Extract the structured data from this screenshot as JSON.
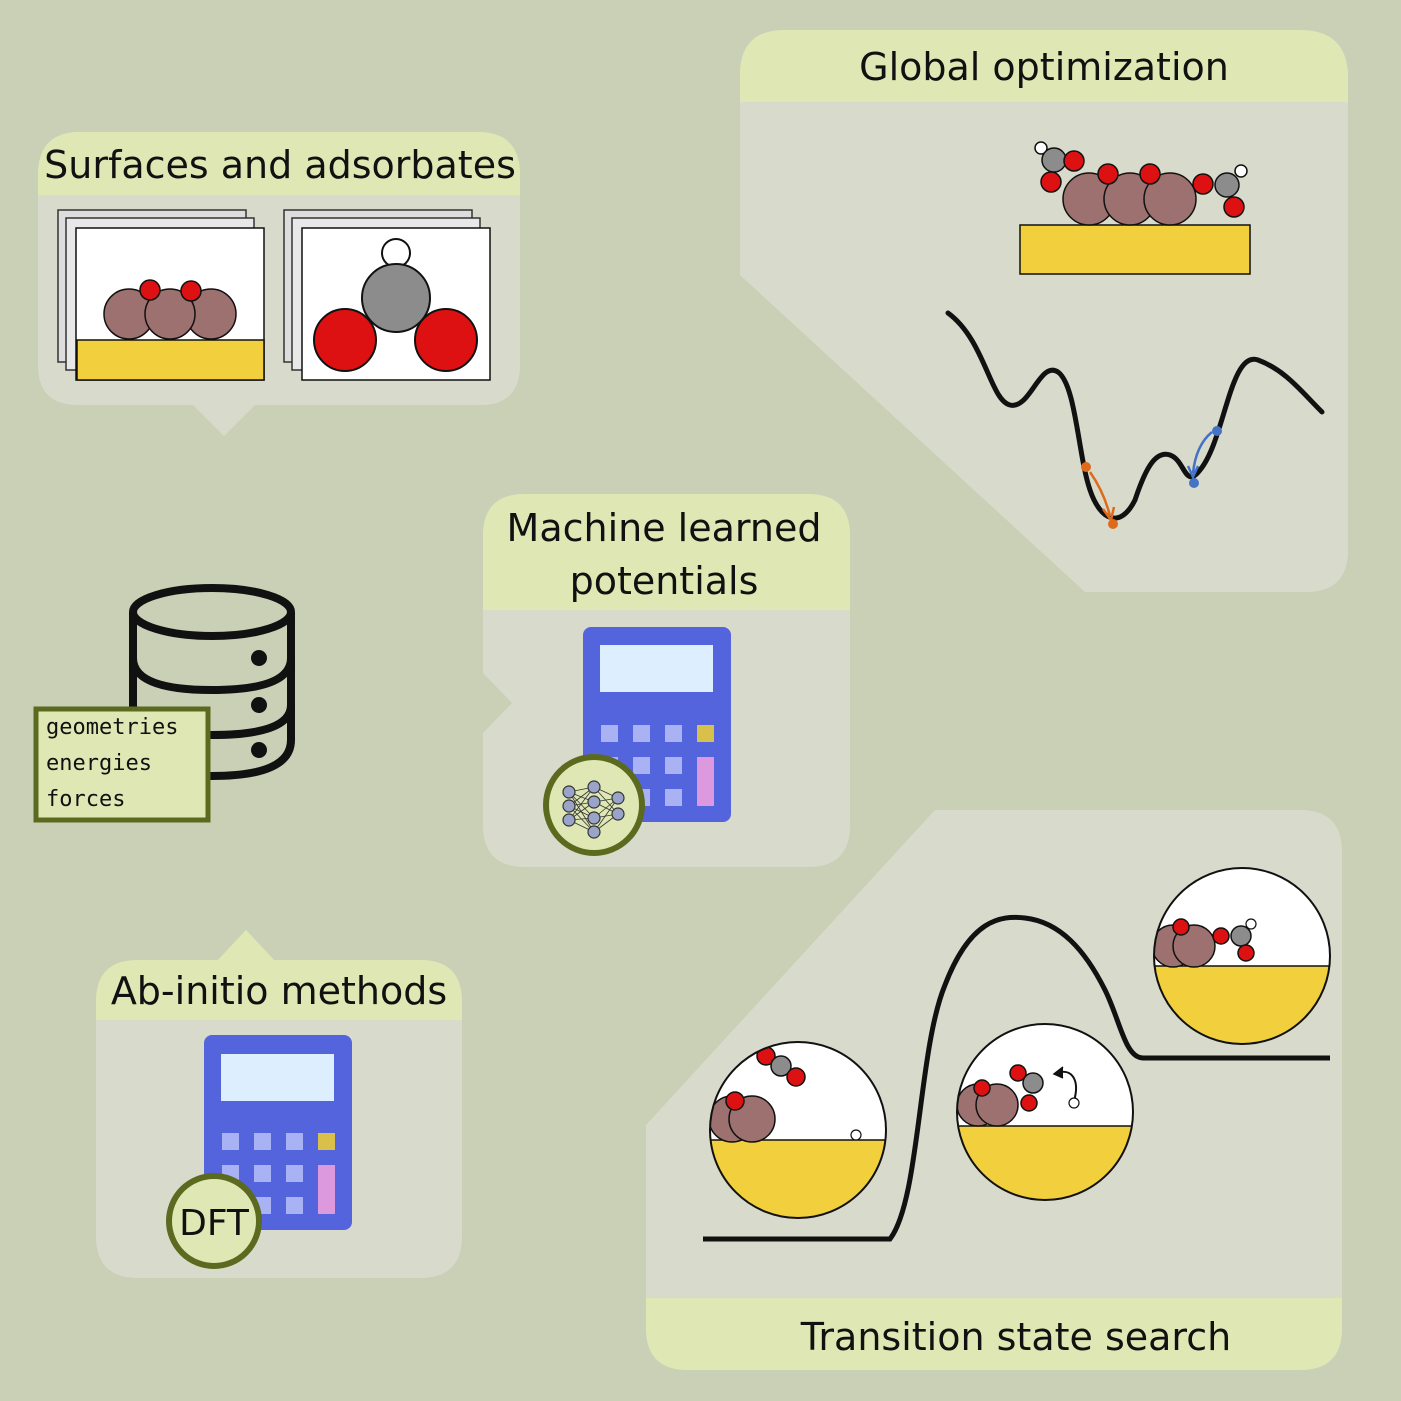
{
  "panels": {
    "surfaces": {
      "title": "Surfaces and adsorbates"
    },
    "global_optimization": {
      "title": "Global optimization"
    },
    "ml_potentials": {
      "title_line1": "Machine learned",
      "title_line2": "potentials"
    },
    "ab_initio": {
      "title": "Ab-initio methods",
      "badge": "DFT"
    },
    "transition_state": {
      "title": "Transition state search"
    }
  },
  "database": {
    "labels": [
      "geometries",
      "energies",
      "forces"
    ]
  },
  "colors": {
    "background": "#c9d0b6",
    "panel": "#d8dbcb",
    "panel_header": "#dfe8b4",
    "metal_atom": "#9c716f",
    "oxygen": "#dd1111",
    "carbon": "#8c8c8c",
    "hydrogen": "#ffffff",
    "surface": "#f2cf3c",
    "calculator_body": "#5464dd",
    "calculator_screen": "#ddeeff",
    "calculator_key": "#a8b2f4",
    "badge_ring": "#5b6a1e",
    "highlight_orange": "#e06a1c",
    "highlight_blue": "#4472c4"
  }
}
